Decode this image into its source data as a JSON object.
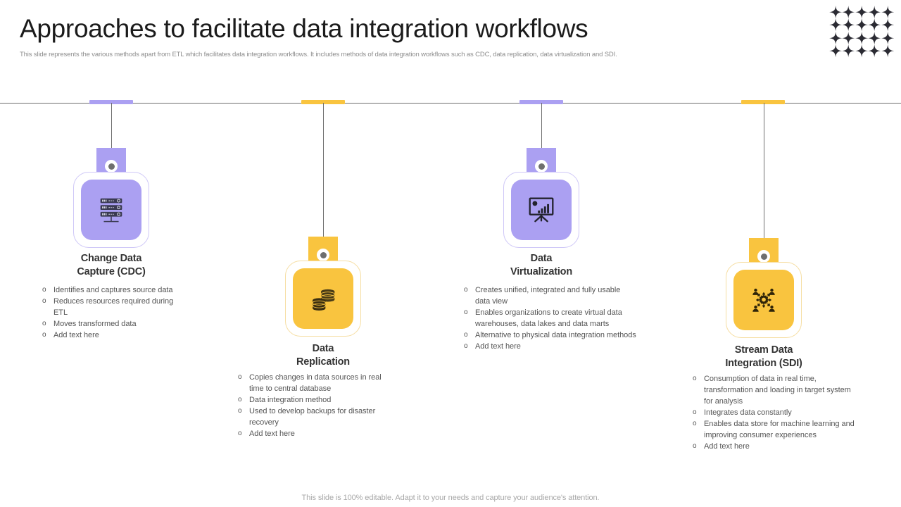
{
  "header": {
    "title": "Approaches to facilitate data integration workflows",
    "subtitle": "This slide represents the various methods apart from ETL which facilitates data integration workflows. It includes methods of data integration workflows such as CDC, data replication, data virtualization and SDI."
  },
  "decoration": {
    "sparkle_grid_name": "sparkle-grid",
    "sparkle_color": "#2b2b33",
    "sparkle_columns": 5,
    "sparkle_rows": 4
  },
  "colors": {
    "purple": "#ABA0F2",
    "purple_tab": "#ABA0F2",
    "purple_outline": "#CFC8F7",
    "yellow": "#F9C43F",
    "yellow_tab": "#F9C43F",
    "yellow_outline": "#F6DEA3",
    "rail": "#6f6f6f",
    "title": "#1b1b1b",
    "body_text": "#555555",
    "muted": "#a8a8a8"
  },
  "columns": [
    {
      "id": "cdc",
      "title": "Change Data\nCapture (CDC)",
      "title_line1": "Change Data",
      "title_line2": "Capture (CDC)",
      "accent": "purple",
      "icon": "server-rack-icon",
      "bullets": [
        "Identifies and captures source data",
        "Reduces resources required during ETL",
        "Moves transformed data",
        "Add text here"
      ]
    },
    {
      "id": "data-replication",
      "title": "Data\nReplication",
      "title_line1": "Data",
      "title_line2": "Replication",
      "accent": "yellow",
      "icon": "database-replication-icon",
      "bullets": [
        "Copies changes in data sources in real time to central database",
        "Data integration method",
        "Used to develop backups for disaster recovery",
        "Add text here"
      ]
    },
    {
      "id": "data-virtualization",
      "title": "Data\nVirtualization",
      "title_line1": "Data",
      "title_line2": "Virtualization",
      "accent": "purple",
      "icon": "presentation-chart-icon",
      "bullets": [
        "Creates unified, integrated and fully usable data view",
        "Enables organizations to create virtual data warehouses, data lakes and data marts",
        "Alternative to physical data integration methods",
        "Add text here"
      ]
    },
    {
      "id": "stream-data-integration",
      "title": "Stream Data\nIntegration (SDI)",
      "title_line1": "Stream Data",
      "title_line2": "Integration (SDI)",
      "accent": "yellow",
      "icon": "network-hub-people-icon",
      "bullets": [
        "Consumption of data in real time, transformation and loading in target system for analysis",
        "Integrates data constantly",
        "Enables data store for machine learning and improving consumer experiences",
        "Add text here"
      ]
    }
  ],
  "footer": {
    "note": "This slide is 100% editable. Adapt it to your needs and capture your audience's attention."
  }
}
